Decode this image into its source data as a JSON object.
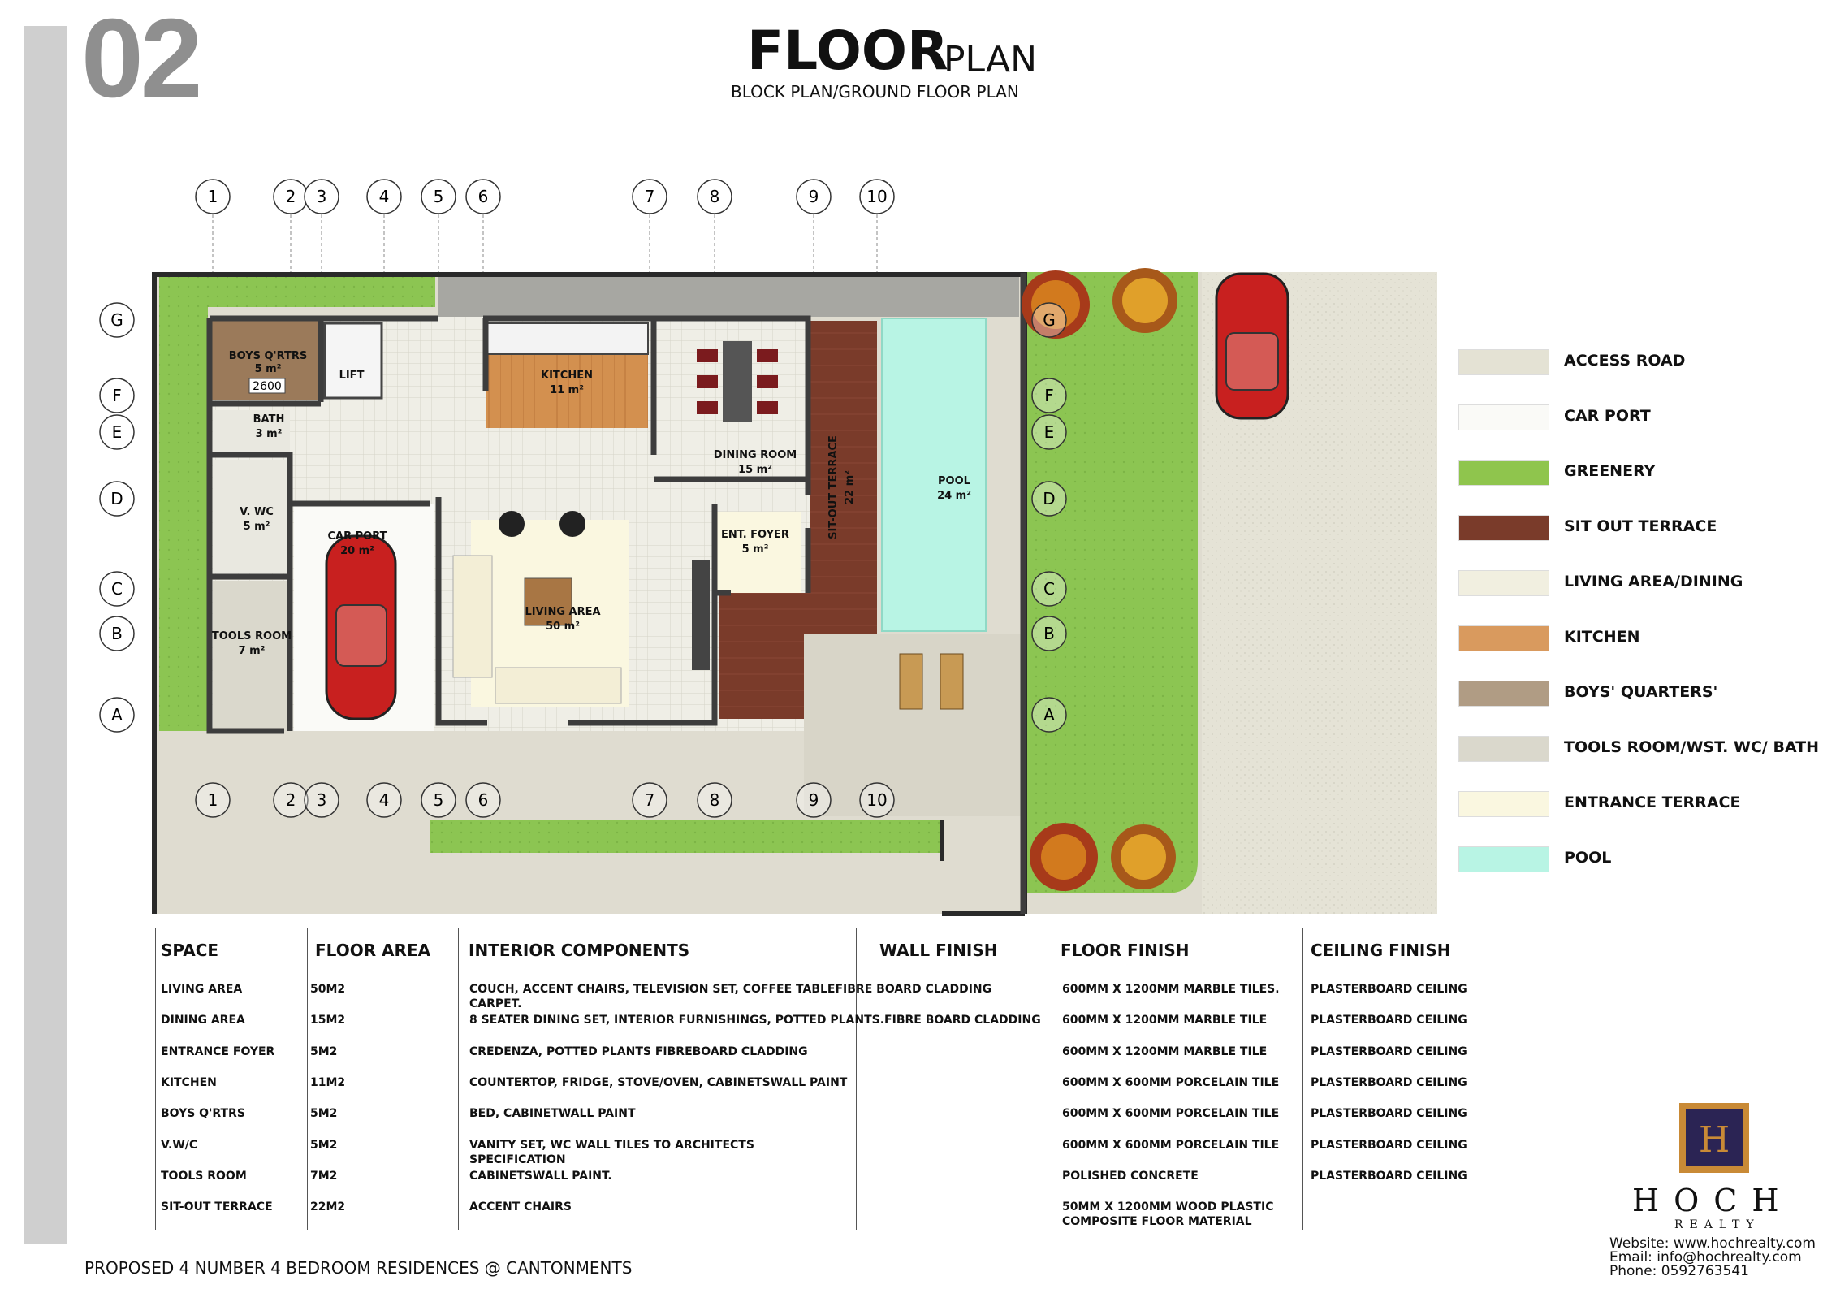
{
  "sheet": {
    "number": "02",
    "title_main": "FLOOR",
    "title_sub": "PLAN",
    "subtitle": "BLOCK PLAN/GROUND FLOOR PLAN",
    "project": "PROPOSED 4 NUMBER 4 BEDROOM RESIDENCES @ CANTONMENTS"
  },
  "grid": {
    "columns": [
      "1",
      "2",
      "3",
      "4",
      "5",
      "6",
      "7",
      "8",
      "9",
      "10"
    ],
    "rows": [
      "G",
      "F",
      "E",
      "D",
      "C",
      "B",
      "A"
    ]
  },
  "rooms": {
    "boys_qrtrs": {
      "name": "BOYS Q'RTRS",
      "area": "5 m²",
      "tag": "2600"
    },
    "lift": {
      "name": "LIFT"
    },
    "bath": {
      "name": "BATH",
      "area": "3 m²"
    },
    "kitchen": {
      "name": "KITCHEN",
      "area": "11 m²"
    },
    "dining": {
      "name": "DINING ROOM",
      "area": "15 m²"
    },
    "vwc": {
      "name": "V. WC",
      "area": "5 m²"
    },
    "carport": {
      "name": "CAR PORT",
      "area": "20 m²"
    },
    "living": {
      "name": "LIVING AREA",
      "area": "50 m²"
    },
    "foyer": {
      "name": "ENT. FOYER",
      "area": "5 m²"
    },
    "terrace": {
      "name": "SIT-OUT TERRACE",
      "area": "22 m²"
    },
    "pool": {
      "name": "POOL",
      "area": "24 m²"
    },
    "tools": {
      "name": "TOOLS ROOM",
      "area": "7 m²"
    }
  },
  "legend": [
    {
      "label": "ACCESS ROAD",
      "color": "#e4e2d4"
    },
    {
      "label": "CAR PORT",
      "color": "#fafaf7"
    },
    {
      "label": "GREENERY",
      "color": "#8fc54d"
    },
    {
      "label": "SIT OUT TERRACE",
      "color": "#7a3b2a"
    },
    {
      "label": "LIVING AREA/DINING",
      "color": "#f1efe0"
    },
    {
      "label": "KITCHEN",
      "color": "#d99a5e"
    },
    {
      "label": "BOYS' QUARTERS'",
      "color": "#b09c84"
    },
    {
      "label": "TOOLS ROOM/WST. WC/ BATH",
      "color": "#dad8cc"
    },
    {
      "label": "ENTRANCE TERRACE",
      "color": "#faf7e0"
    },
    {
      "label": "POOL",
      "color": "#b8f4e4"
    }
  ],
  "table": {
    "headers": [
      "SPACE",
      "FLOOR AREA",
      "INTERIOR COMPONENTS",
      "WALL FINISH",
      "FLOOR FINISH",
      "CEILING FINISH"
    ],
    "rows": [
      {
        "space": "LIVING AREA",
        "area": "50M2",
        "components": "COUCH, ACCENT CHAIRS, TELEVISION SET, COFFEE TABLEFIBRE BOARD CLADDING",
        "components2": "CARPET.",
        "floor": "600MM X 1200MM MARBLE TILES.",
        "floor2": "",
        "ceiling": "PLASTERBOARD  CEILING"
      },
      {
        "space": "DINING AREA",
        "area": "15M2",
        "components": "8 SEATER DINING SET, INTERIOR FURNISHINGS, POTTED PLANTS.FIBRE BOARD CLADDING",
        "components2": "",
        "floor": "600MM X 1200MM MARBLE TILE",
        "floor2": "",
        "ceiling": "PLASTERBOARD  CEILING"
      },
      {
        "space": "ENTRANCE FOYER",
        "area": "5M2",
        "components": "CREDENZA, POTTED PLANTS FIBREBOARD CLADDING",
        "components2": "",
        "floor": "600MM X 1200MM MARBLE TILE",
        "floor2": "",
        "ceiling": "PLASTERBOARD  CEILING"
      },
      {
        "space": "KITCHEN",
        "area": "11M2",
        "components": "COUNTERTOP, FRIDGE, STOVE/OVEN, CABINETSWALL PAINT",
        "components2": "",
        "floor": "600MM X 600MM PORCELAIN TILE",
        "floor2": "",
        "ceiling": "PLASTERBOARD  CEILING"
      },
      {
        "space": "BOYS Q'RTRS",
        "area": "5M2",
        "components": "BED, CABINETWALL PAINT",
        "components2": "",
        "floor": "600MM X 600MM PORCELAIN TILE",
        "floor2": "",
        "ceiling": "PLASTERBOARD  CEILING"
      },
      {
        "space": "V.W/C",
        "area": "5M2",
        "components": "VANITY SET, WC WALL TILES TO ARCHITECTS",
        "components2": "SPECIFICATION",
        "floor": "600MM X 600MM PORCELAIN TILE",
        "floor2": "",
        "ceiling": "PLASTERBOARD  CEILING"
      },
      {
        "space": "TOOLS ROOM",
        "area": "7M2",
        "components": "CABINETSWALL PAINT.",
        "components2": "",
        "floor": "POLISHED CONCRETE",
        "floor2": "",
        "ceiling": "PLASTERBOARD CEILING"
      },
      {
        "space": "SIT-OUT TERRACE",
        "area": "22M2",
        "components": "ACCENT CHAIRS",
        "components2": "",
        "floor": "50MM X 1200MM WOOD PLASTIC",
        "floor2": "COMPOSITE FLOOR MATERIAL",
        "ceiling": ""
      }
    ]
  },
  "brand": {
    "name": "HOCH",
    "sub": "REALTY",
    "website": "Website:  www.hochrealty.com",
    "email": "Email:     info@hochrealty.com",
    "phone": "Phone: 0592763541"
  }
}
